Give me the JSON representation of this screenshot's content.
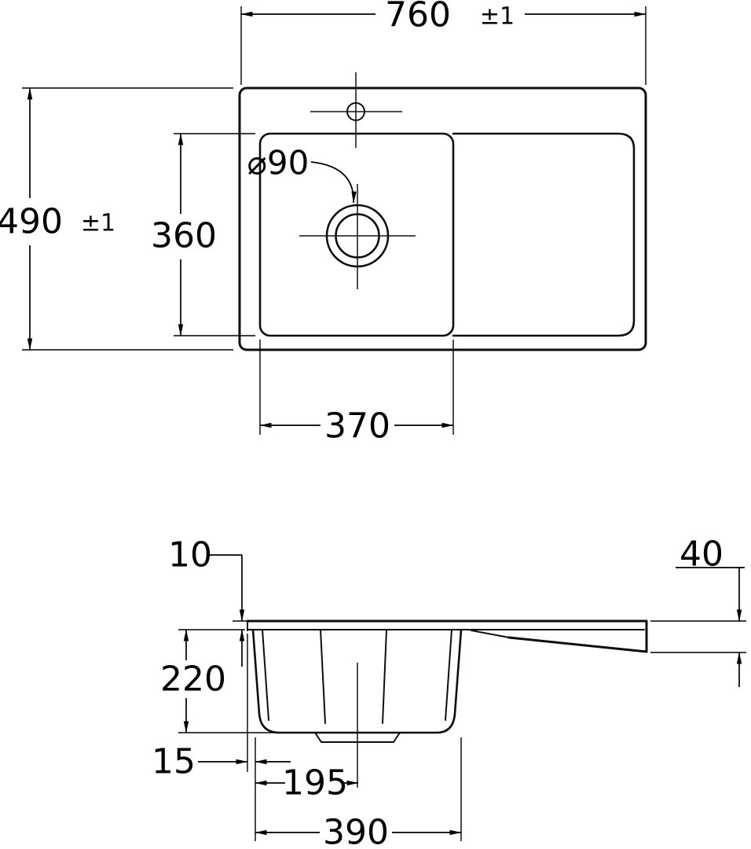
{
  "drawing": {
    "type": "sink-dimension-drawing",
    "line_color": "#0e0e0e",
    "background": "#ffffff"
  },
  "top_view": {
    "overall_width": "760",
    "overall_width_tolerance": "±1",
    "overall_depth": "490",
    "overall_depth_tolerance": "±1",
    "bowl_inner_depth": "360",
    "bowl_inner_width": "370",
    "drain_diameter": "⌀90"
  },
  "side_view": {
    "rim_thickness": "10",
    "right_edge_height": "40",
    "bowl_depth": "220",
    "edge_to_bowl_offset": "15",
    "bowl_center_offset": "195",
    "bowl_outer_width": "390"
  }
}
